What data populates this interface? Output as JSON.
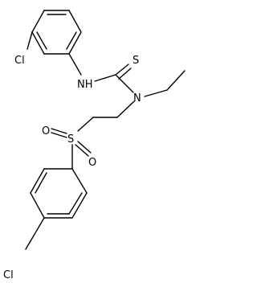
{
  "molecule": {
    "atom_labels": {
      "cl_top": "Cl",
      "nh": "NH",
      "s_thio": "S",
      "n": "N",
      "s_sulfonyl": "S",
      "o_left": "O",
      "o_right": "O",
      "cl_bottom": "Cl"
    },
    "colors": {
      "bond": "#000000",
      "label": "#000000",
      "background": "#ffffff"
    }
  }
}
